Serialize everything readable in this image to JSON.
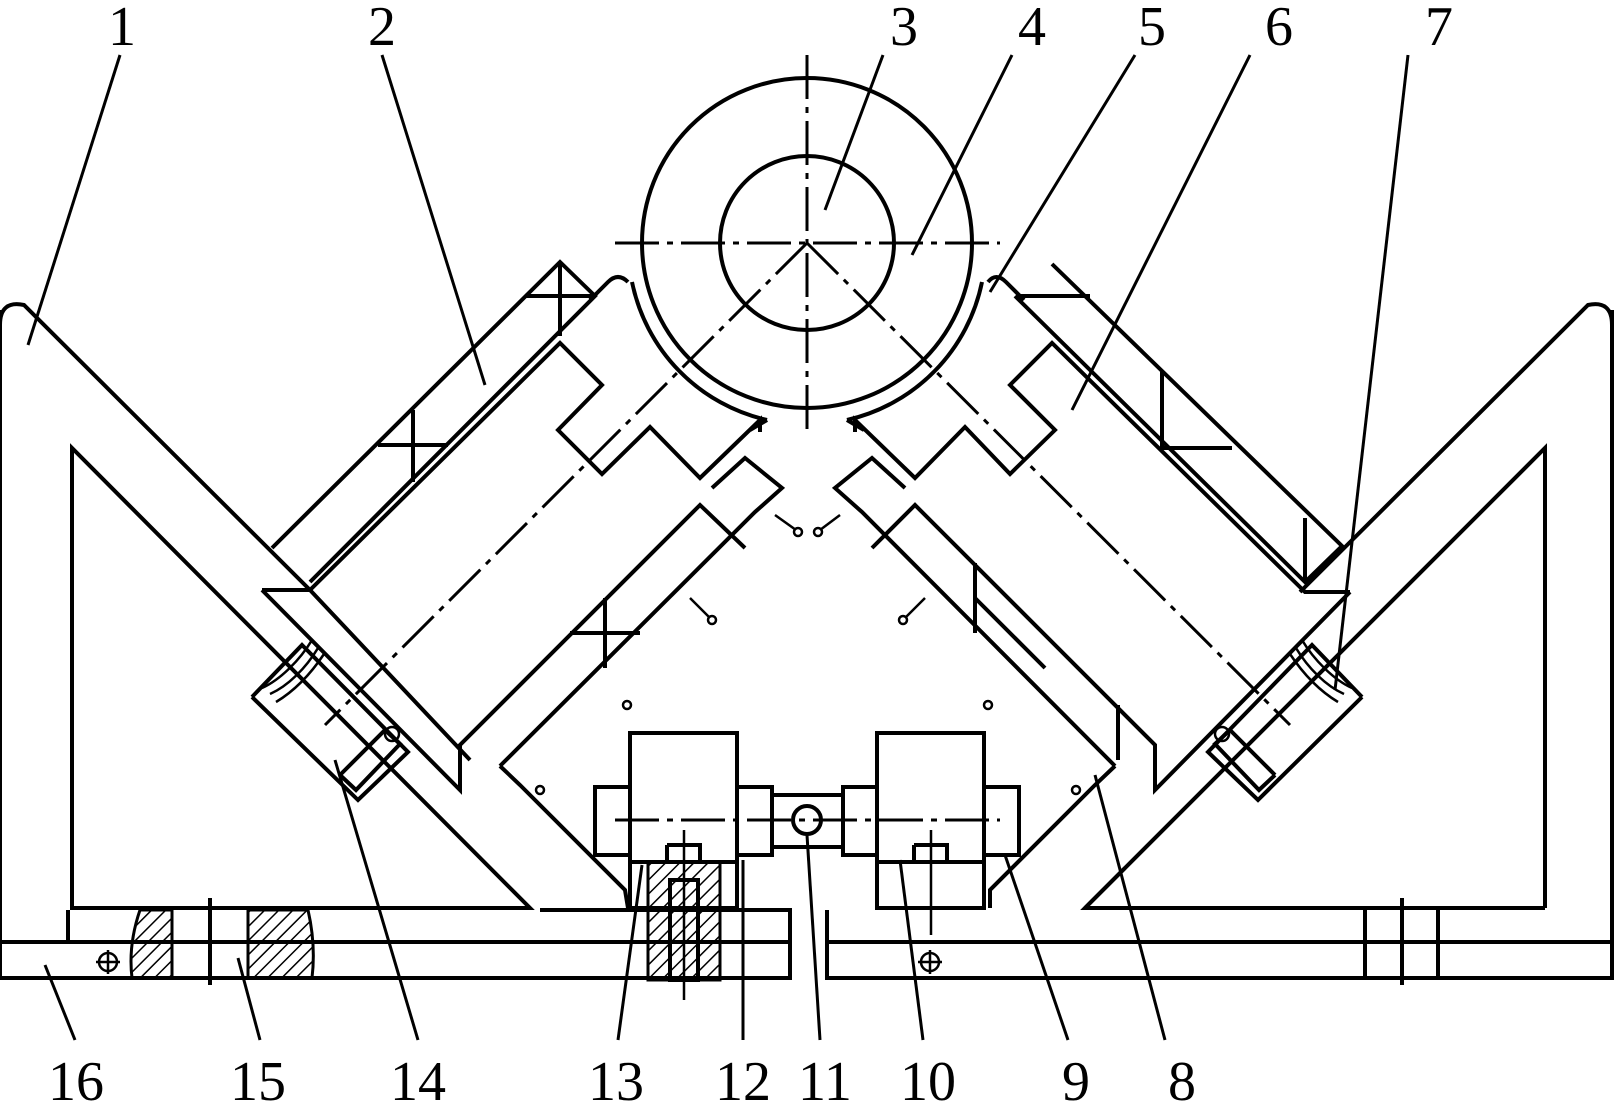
{
  "labels": {
    "l1": "1",
    "l2": "2",
    "l3": "3",
    "l4": "4",
    "l5": "5",
    "l6": "6",
    "l7": "7",
    "l8": "8",
    "l9": "9",
    "l10": "10",
    "l11": "11",
    "l12": "12",
    "l13": "13",
    "l14": "14",
    "l15": "15",
    "l16": "16"
  },
  "style": {
    "stroke": "#000000",
    "background": "#ffffff"
  }
}
